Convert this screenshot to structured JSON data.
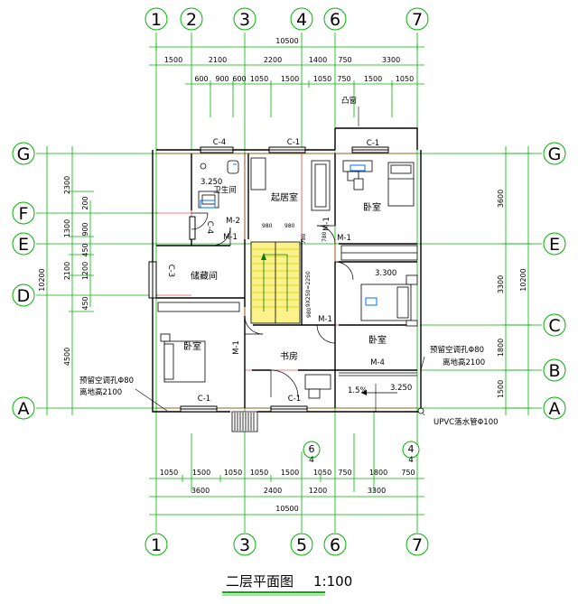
{
  "drawing": {
    "title": "二层平面图",
    "scale": "1:100",
    "colors": {
      "axis": "#00b400",
      "wall": "#000000",
      "window": "#000000",
      "stair": "#f0e000",
      "room_text": "#000000",
      "grid_text": "#000000"
    }
  },
  "axes": {
    "vertical_labels": [
      "1",
      "2",
      "3",
      "4",
      "6",
      "7"
    ],
    "bottom_labels": [
      "1",
      "3",
      "5",
      "6",
      "7"
    ],
    "left_labels": [
      "G",
      "F",
      "E",
      "D",
      "A"
    ],
    "right_labels": [
      "G",
      "E",
      "C",
      "B",
      "A"
    ]
  },
  "dimensions": {
    "top_overall": "10500",
    "top_row1": [
      "1500",
      "2100",
      "2200",
      "1400",
      "750",
      "3300"
    ],
    "top_row2": [
      "600",
      "900",
      "600",
      "1050",
      "1500",
      "1050",
      "750",
      "1500",
      "1050"
    ],
    "bottom_row1": [
      "1050",
      "1500",
      "1050",
      "1050",
      "1500",
      "1050",
      "750",
      "1800",
      "750"
    ],
    "bottom_row2": [
      "3600",
      "2400",
      "1200",
      "3300"
    ],
    "bottom_overall": "10500",
    "left_overall": "10200",
    "left_segments": [
      "2300",
      "200",
      "1300",
      "900",
      "2100",
      "450",
      "1200",
      "450",
      "4500"
    ],
    "right_overall": "10200",
    "right_segments": [
      "3600",
      "3300",
      "1800",
      "1500"
    ]
  },
  "rooms": {
    "bedroom_top": "卧室",
    "bedroom_mid": "卧室",
    "bedroom_left": "卧室",
    "living": "起居室",
    "bathroom": "卫生间",
    "storage": "储藏间",
    "study": "书房"
  },
  "labels": {
    "c4_top": "C-4",
    "c1_top_mid": "C-1",
    "c1_top_right": "C-1",
    "c4_side": "C-4",
    "c3": "C-3",
    "c1_bottom_left": "C-1",
    "c1_bottom_mid": "C-1",
    "m2": "M-2",
    "m1_a": "M-1",
    "m1_b": "M-1",
    "m1_c": "M-1",
    "m1_d": "M-1",
    "m1_e": "M-1",
    "m4": "M-4",
    "elev_bath": "3.250",
    "elev_bed": "3.300",
    "elev_balcony": "3.250",
    "slope": "1.5%",
    "bay_window": "凸窗",
    "ac_hole_left_1": "预留空调孔Φ80",
    "ac_hole_left_2": "离地高2100",
    "ac_hole_right_1": "预留空调孔Φ80",
    "ac_hole_right_2": "离地高2100",
    "drain_pipe": "UPVC落水管Φ100",
    "section_6": "6",
    "section_6_sub": "4",
    "section_4": "4",
    "section_4_sub": "4",
    "stair_dim_1": "980",
    "stair_dim_2": "980",
    "stair_dim_3": "9X250=2250",
    "stair_dim_4": "780",
    "stair_dim_5": "780",
    "stair_dim_6": "980"
  }
}
